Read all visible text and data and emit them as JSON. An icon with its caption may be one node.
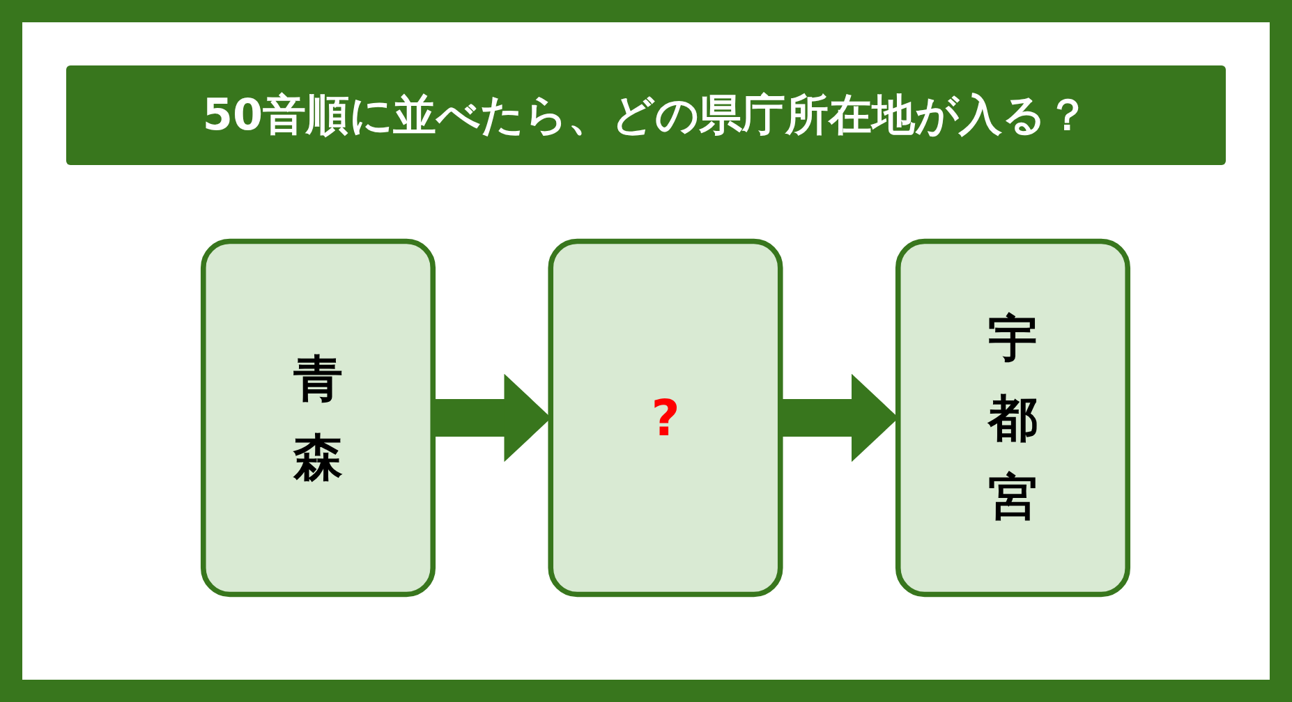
{
  "diagram": {
    "title": "50音順に並べたら、どの県庁所在地が入る？",
    "nodes": [
      {
        "text": [
          "青森"
        ]
      },
      {
        "text": [
          "?"
        ]
      },
      {
        "text": [
          "宇都宮"
        ]
      }
    ],
    "edges": [
      {
        "from": 0,
        "to": 1,
        "arrow": "to"
      },
      {
        "from": 1,
        "to": 2,
        "arrow": "to"
      }
    ]
  }
}
